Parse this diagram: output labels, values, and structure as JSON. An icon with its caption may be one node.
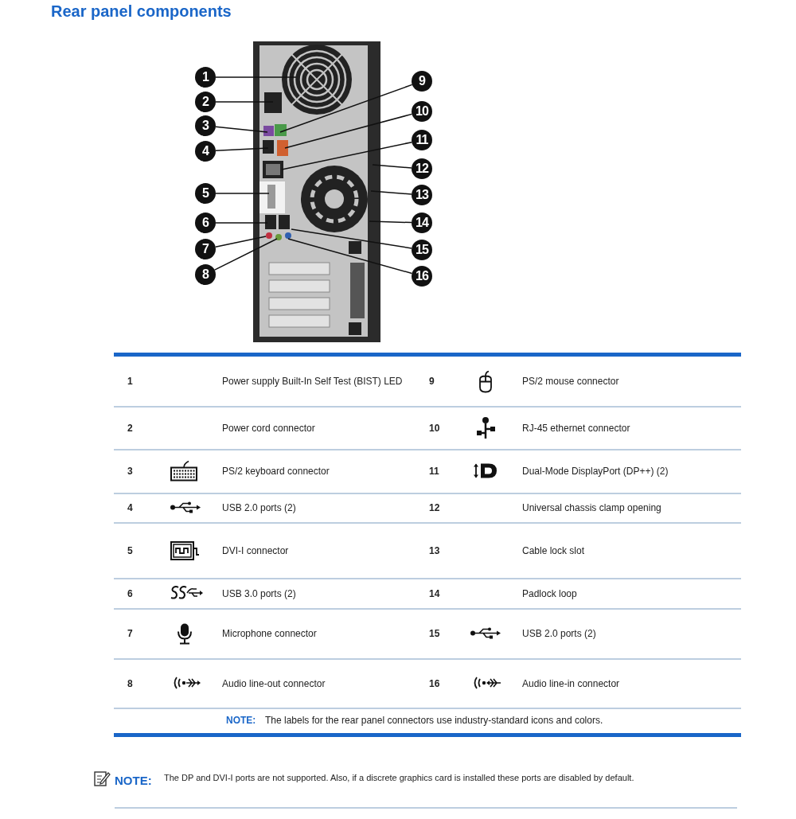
{
  "diagram": {
    "title": "Rear panel components",
    "nodes": [
      {
        "text": [
          "1"
        ]
      },
      {
        "text": [
          "2"
        ]
      },
      {
        "text": [
          "3"
        ]
      },
      {
        "text": [
          "4"
        ]
      },
      {
        "text": [
          "5"
        ]
      },
      {
        "text": [
          "6"
        ]
      },
      {
        "text": [
          "7"
        ]
      },
      {
        "text": [
          "8"
        ]
      },
      {
        "text": [
          "9"
        ]
      },
      {
        "text": [
          "10"
        ]
      },
      {
        "text": [
          "11"
        ]
      },
      {
        "text": [
          "12"
        ]
      },
      {
        "text": [
          "13"
        ]
      },
      {
        "text": [
          "14"
        ]
      },
      {
        "text": [
          "15"
        ]
      },
      {
        "text": [
          "16"
        ]
      }
    ],
    "edges": [
      {
        "from": 0,
        "to": null,
        "arrow": "none"
      },
      {
        "from": 1,
        "to": null,
        "arrow": "none"
      },
      {
        "from": 2,
        "to": null,
        "arrow": "none"
      },
      {
        "from": 3,
        "to": null,
        "arrow": "none"
      },
      {
        "from": 4,
        "to": null,
        "arrow": "none"
      },
      {
        "from": 5,
        "to": null,
        "arrow": "none"
      },
      {
        "from": 6,
        "to": null,
        "arrow": "none"
      },
      {
        "from": 7,
        "to": null,
        "arrow": "none"
      },
      {
        "from": 8,
        "to": null,
        "arrow": "none"
      },
      {
        "from": 9,
        "to": null,
        "arrow": "none"
      },
      {
        "from": 10,
        "to": null,
        "arrow": "none"
      },
      {
        "from": 11,
        "to": null,
        "arrow": "none"
      },
      {
        "from": 12,
        "to": null,
        "arrow": "none"
      },
      {
        "from": 13,
        "to": null,
        "arrow": "none"
      },
      {
        "from": 14,
        "to": null,
        "arrow": "none"
      },
      {
        "from": 15,
        "to": null,
        "arrow": "none"
      }
    ],
    "labels": [
      "1",
      "Power supply Built-In Self Test (BIST) LED",
      "9",
      "PS/2 mouse connector",
      "2",
      "Power cord connector",
      "10",
      "RJ-45 ethernet connector",
      "3",
      "PS/2 keyboard connector",
      "11",
      "Dual-Mode DisplayPort (DP++) (2)",
      "4",
      "USB 2.0 ports (2)",
      "12",
      "Universal chassis clamp opening",
      "5",
      "DVI-I connector",
      "13",
      "Cable lock slot",
      "6",
      "USB 3.0 ports (2)",
      "14",
      "Padlock loop",
      "7",
      "Microphone connector",
      "15",
      "USB 2.0 ports (2)",
      "8",
      "Audio line-out connector",
      "16",
      "Audio line-in connector",
      "NOTE:",
      "The labels for the rear panel connectors use industry-standard icons and colors.",
      "NOTE:",
      "The DP and DVI-I ports are not supported. Also, if a discrete graphics card is installed these ports are disabled by default."
    ]
  }
}
